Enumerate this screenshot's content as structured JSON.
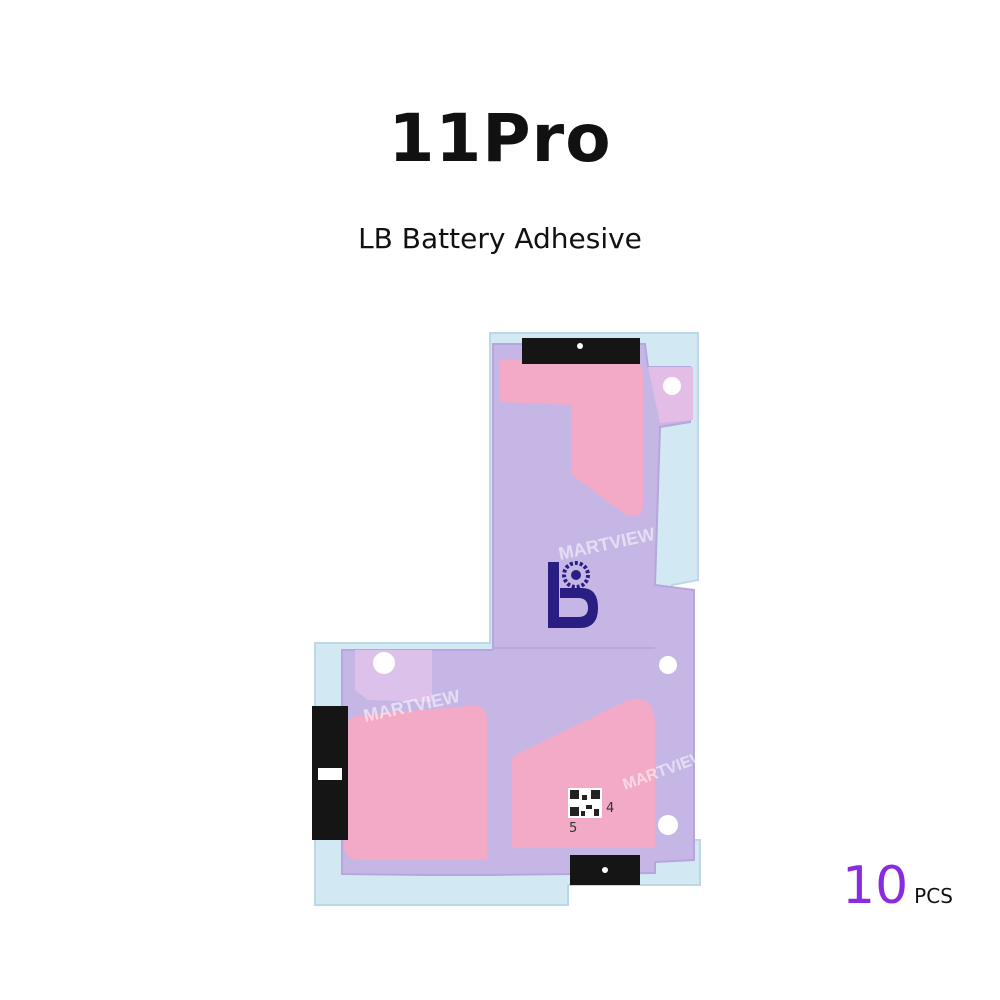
{
  "header": {
    "title": "11Pro",
    "subtitle": "LB Battery Adhesive"
  },
  "product": {
    "brand_mark": "LB",
    "watermark": "MARTVIEW",
    "code_digits": [
      "4",
      "5"
    ]
  },
  "quantity": {
    "number": "10",
    "unit": "PCS"
  },
  "colors": {
    "liner_blue": "#cfe6f2",
    "sheet_lavender": "#c9b7e6",
    "adhesive_pink": "#f1a9c4",
    "tab_black": "#151515",
    "logo_navy": "#2a1e82",
    "quantity_purple": "#8a2be2"
  }
}
